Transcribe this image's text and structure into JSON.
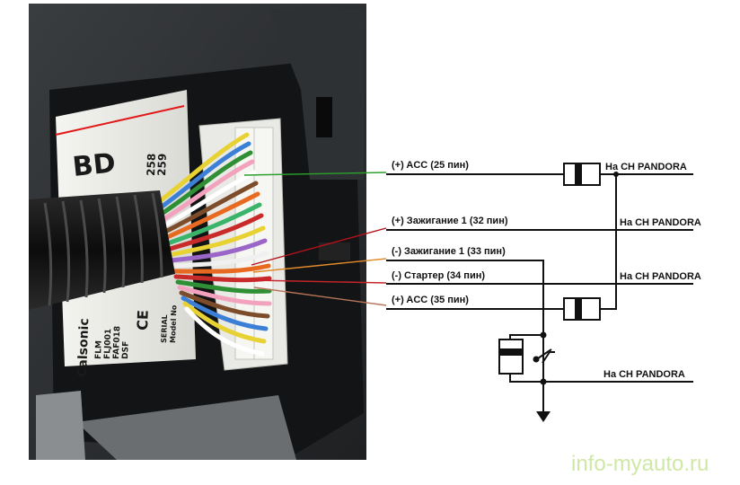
{
  "photo": {
    "label_text": "BD",
    "label_codes": [
      "Calsonic",
      "FLM",
      "FLJ001",
      "FAF018",
      "DSF"
    ],
    "serial_text": "SERIAL",
    "model_text": "Model No",
    "model_numbers": [
      "258",
      "259"
    ],
    "ce_mark": "CE"
  },
  "wires": [
    {
      "label": "(+) ACC (25 пин)",
      "color": "#2aa02a"
    },
    {
      "label": "(+) Зажигание 1 (32 пин)",
      "color": "#b3121b"
    },
    {
      "label": "(-) Зажигание 1 (33 пин)",
      "color": "#e08a2c"
    },
    {
      "label": "(-) Стартер (34 пин)",
      "color": "#c9242a"
    },
    {
      "label": "(+) ACC (35 пин)",
      "color": "#b8745a"
    }
  ],
  "pandora_labels": [
    "На CH PANDORA",
    "На CH PANDORA",
    "На CH PANDORA",
    "На CH PANDORA"
  ],
  "watermark": "info-myauto.ru"
}
